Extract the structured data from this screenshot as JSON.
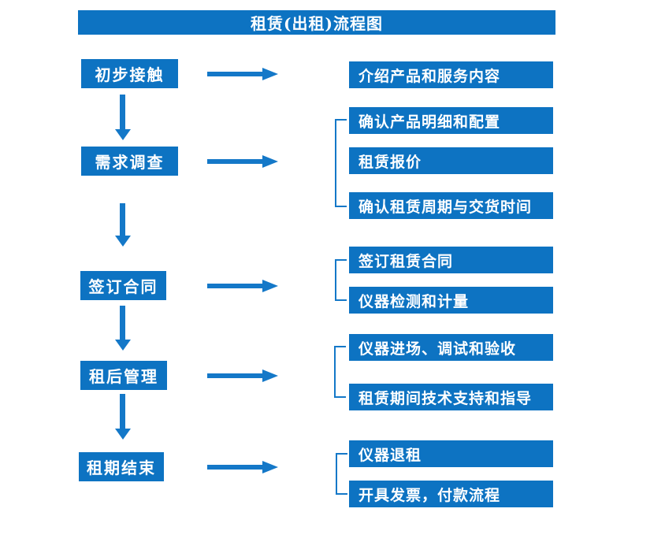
{
  "title": "租赁(出租)流程图",
  "colors": {
    "primary": "#0d73c2",
    "arrow": "#1478c8",
    "text": "#ffffff",
    "background": "#ffffff"
  },
  "flow": {
    "steps": [
      {
        "label": "初步接触",
        "details": [
          "介绍产品和服务内容"
        ]
      },
      {
        "label": "需求调查",
        "details": [
          "确认产品明细和配置",
          "租赁报价",
          "确认租赁周期与交货时间"
        ]
      },
      {
        "label": "签订合同",
        "details": [
          "签订租赁合同",
          "仪器检测和计量"
        ]
      },
      {
        "label": "租后管理",
        "details": [
          "仪器进场、调试和验收",
          "租赁期间技术支持和指导"
        ]
      },
      {
        "label": "租期结束",
        "details": [
          "仪器退租",
          "开具发票，付款流程"
        ]
      }
    ]
  }
}
